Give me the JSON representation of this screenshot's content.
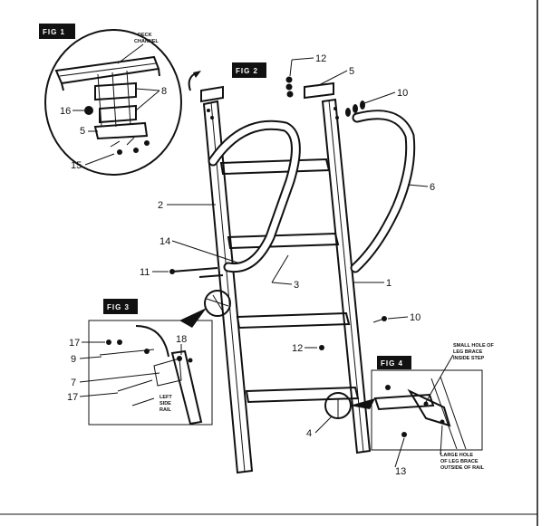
{
  "figure_tags": [
    "FIG 1",
    "FIG 2",
    "FIG 3",
    "FIG 4"
  ],
  "callouts": {
    "p1": "1",
    "p2": "2",
    "p3": "3",
    "p4": "4",
    "p5a": "5",
    "p5b": "5",
    "p6": "6",
    "p7": "7",
    "p8": "8",
    "p9": "9",
    "p10a": "10",
    "p10b": "10",
    "p11": "11",
    "p12a": "12",
    "p12b": "12",
    "p13": "13",
    "p14": "14",
    "p15": "15",
    "p16": "16",
    "p17a": "17",
    "p17b": "17",
    "p18": "18"
  },
  "notes": {
    "deck_channel": [
      "DECK",
      "CHANNEL"
    ],
    "left_side_rail": [
      "LEFT",
      "SIDE",
      "RAIL"
    ],
    "small_hole": [
      "SMALL HOLE OF",
      "LEG BRACE",
      "INSIDE STEP"
    ],
    "large_hole": [
      "LARGE HOLE",
      "OF LEG BRACE",
      "OUTSIDE OF RAIL"
    ]
  }
}
